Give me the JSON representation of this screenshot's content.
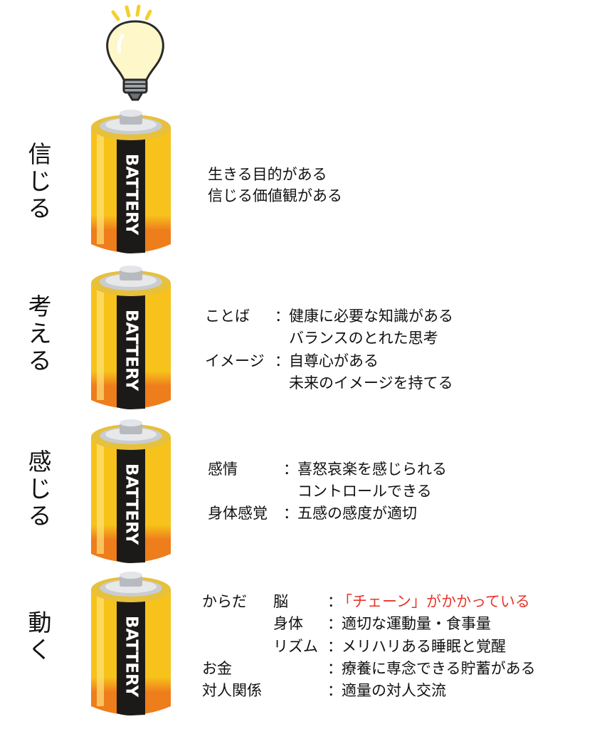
{
  "colors": {
    "battery_yellow": "#f7c21b",
    "battery_orange": "#ee7d1c",
    "battery_band": "#1c1a18",
    "bulb_glow": "#f4cf2c",
    "highlight_red": "#e8362b",
    "text": "#111111"
  },
  "icons": {
    "bulb": "light-bulb-icon",
    "battery": "battery-icon"
  },
  "battery_label": "BATTERY",
  "rows": [
    {
      "label_chars": [
        "信",
        "じ",
        "る"
      ],
      "lines": [
        "生きる目的がある",
        "信じる価値観がある"
      ]
    },
    {
      "label_chars": [
        "考",
        "え",
        "る"
      ],
      "items": [
        {
          "key": "ことば",
          "sep": "：",
          "lines": [
            "健康に必要な知識がある",
            "バランスのとれた思考"
          ]
        },
        {
          "key": "イメージ",
          "sep": "：",
          "lines": [
            "自尊心がある",
            "未来のイメージを持てる"
          ]
        }
      ]
    },
    {
      "label_chars": [
        "感",
        "じ",
        "る"
      ],
      "items": [
        {
          "key": "感情",
          "sep": "：",
          "lines": [
            "喜怒哀楽を感じられる",
            "コントロールできる"
          ]
        },
        {
          "key": "身体感覚",
          "sep": "：",
          "lines": [
            "五感の感度が適切"
          ]
        }
      ]
    },
    {
      "label_chars": [
        "動",
        "く"
      ],
      "items": [
        {
          "group": "からだ",
          "key": "脳",
          "sep": "：",
          "value": "「チェーン」がかかっている",
          "highlight": true
        },
        {
          "key": "身体",
          "sep": "：",
          "value": "適切な運動量・食事量"
        },
        {
          "key": "リズム",
          "sep": "：",
          "value": "メリハリある睡眠と覚醒"
        },
        {
          "group": "お金",
          "sep": "：",
          "value": "療養に専念できる貯蓄がある"
        },
        {
          "group": "対人関係",
          "sep": "：",
          "value": "適量の対人交流"
        }
      ]
    }
  ]
}
